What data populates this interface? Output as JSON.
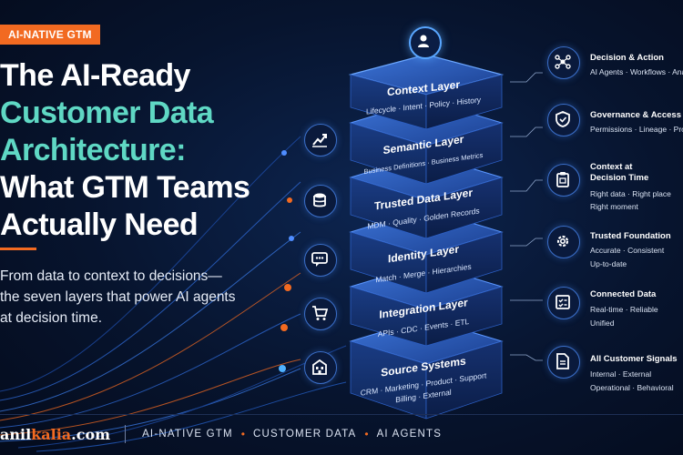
{
  "tag": "AI-NATIVE GTM",
  "headline": {
    "line1": "The AI-Ready",
    "line2": "Customer Data",
    "line3": "Architecture:",
    "line4": "What GTM Teams",
    "line5": "Actually Need"
  },
  "subhead": {
    "line1": "From data to context to decisions—",
    "line2": "the seven layers that power AI agents",
    "line3": "at decision time."
  },
  "layers": [
    {
      "name": "Context Layer",
      "sub1": "Lifecycle · Intent · Policy · History",
      "sub2": ""
    },
    {
      "name": "Semantic Layer",
      "sub1": "Business Definitions · Business Metrics",
      "sub2": ""
    },
    {
      "name": "Trusted Data Layer",
      "sub1": "MDM · Quality · Golden Records",
      "sub2": ""
    },
    {
      "name": "Identity Layer",
      "sub1": "Match · Merge · Hierarchies",
      "sub2": ""
    },
    {
      "name": "Integration Layer",
      "sub1": "APIs · CDC · Events · ETL",
      "sub2": ""
    },
    {
      "name": "Source Systems",
      "sub1": "CRM · Marketing · Product · Support",
      "sub2": "Billing · External"
    }
  ],
  "right_items": [
    {
      "title": "Decision & Action",
      "title2": "",
      "desc1": "AI Agents · Workflows · Analy",
      "desc2": "",
      "icon": "network-icon"
    },
    {
      "title": "Governance & Access",
      "title2": "",
      "desc1": "Permissions · Lineage · Prover",
      "desc2": "",
      "icon": "shield-icon"
    },
    {
      "title": "Context at",
      "title2": "Decision Time",
      "desc1": "Right data · Right place",
      "desc2": "Right moment",
      "icon": "clipboard-icon"
    },
    {
      "title": "Trusted Foundation",
      "title2": "",
      "desc1": "Accurate · Consistent",
      "desc2": "Up-to-date",
      "icon": "gear-icon"
    },
    {
      "title": "Connected Data",
      "title2": "",
      "desc1": "Real-time · Reliable",
      "desc2": "Unified",
      "icon": "checklist-icon"
    },
    {
      "title": "All Customer Signals",
      "title2": "",
      "desc1": "Internal · External",
      "desc2": "Operational · Behavioral",
      "icon": "document-icon"
    }
  ],
  "left_icons": [
    "chart-icon",
    "database-icon",
    "chat-icon",
    "cart-icon",
    "building-icon"
  ],
  "footer": {
    "site_a": "anil",
    "site_b": "kalia",
    "site_c": ".com",
    "tags": [
      "AI-NATIVE GTM",
      "CUSTOMER DATA",
      "AI AGENTS"
    ]
  },
  "colors": {
    "accent": "#f26a21",
    "teal": "#5fd8c4",
    "slab": "#2a5bc0",
    "glow": "#59a6ff"
  }
}
